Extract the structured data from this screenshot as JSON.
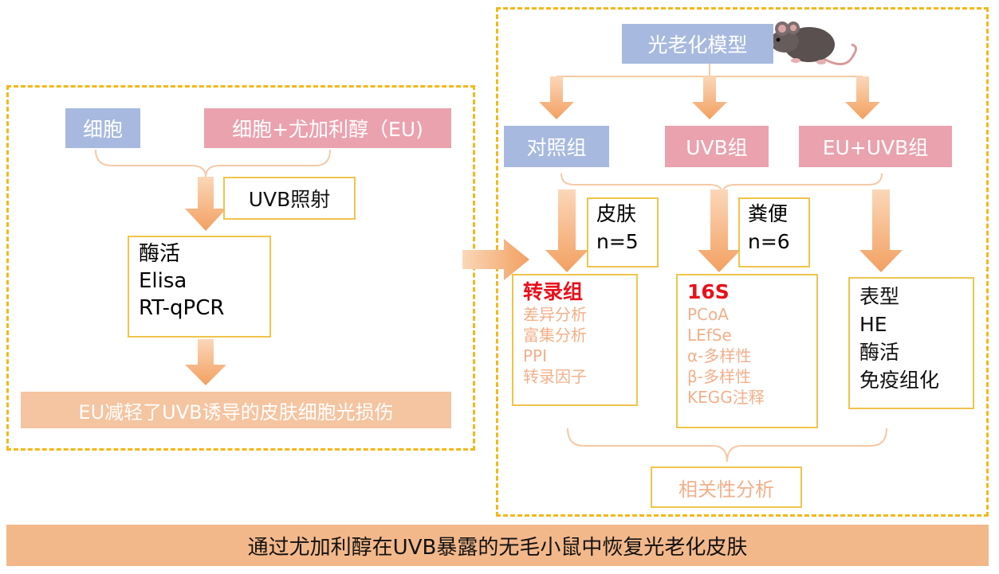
{
  "left_panel": {
    "cell_label": "细胞",
    "cell_eu_label": "细胞+尤加利醇（EU)",
    "uvb_irradiation": "UVB照射",
    "assays": [
      "酶活",
      "Elisa",
      "RT-qPCR"
    ],
    "conclusion": "EU减轻了UVB诱导的皮肤细胞光损伤"
  },
  "right_panel": {
    "model_label": "光老化模型",
    "groups": [
      "对照组",
      "UVB组",
      "EU+UVB组"
    ],
    "skin_sample": [
      "皮肤",
      "n=5"
    ],
    "feces_sample": [
      "粪便",
      "n=6"
    ],
    "transcriptome": {
      "title": "转录组",
      "items": [
        "差异分析",
        "富集分析",
        "PPI",
        "转录因子"
      ]
    },
    "microbiome": {
      "title": "16S",
      "items": [
        "PCoA",
        "LEfSe",
        "α-多样性",
        "β-多样性",
        "KEGG注释"
      ]
    },
    "phenotype": [
      "表型",
      "HE",
      "酶活",
      "免疫组化"
    ],
    "correlation": "相关性分析"
  },
  "bottom_banner": "通过尤加利醇在UVB暴露的无毛小鼠中恢复光老化皮肤",
  "colors": {
    "dash": "#f2b81c",
    "arrow": "#f4a460",
    "blue_box": "#a7b9de",
    "pink_box": "#eaa2ae",
    "peach_box": "#f5c4a0",
    "banner": "#f3b88a",
    "highlight_red": "#e8101a"
  },
  "icons": [
    "mouse-icon"
  ]
}
